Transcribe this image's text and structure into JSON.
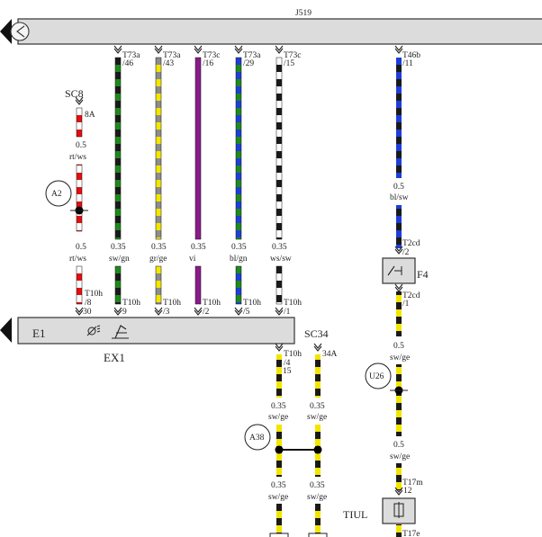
{
  "modules": {
    "j519": {
      "title": "J519"
    },
    "e1": {
      "title": "E1"
    },
    "ex1": {
      "title": "EX1"
    },
    "tiul": {
      "title": "TIUL"
    },
    "f4": {
      "title": "F4"
    }
  },
  "fuses": {
    "sc8": {
      "name": "SC8",
      "rating": "8A"
    },
    "sc34": {
      "name": "SC34",
      "rating": "34A"
    }
  },
  "junctions": {
    "a2": "A2",
    "u26": "U26",
    "a38": "A38"
  },
  "wires": [
    {
      "id": "w1",
      "top_pin": "T73a",
      "top_num": "/46",
      "size": "0.35",
      "color_code": "sw/gn",
      "bottom_pin": "T10h",
      "bottom_num": "9",
      "c1": "#1a1a1a",
      "c2": "#1e8a1e"
    },
    {
      "id": "w2",
      "top_pin": "T73a",
      "top_num": "/43",
      "size": "0.35",
      "color_code": "gr/ge",
      "bottom_pin": "T10h",
      "bottom_num": "/3",
      "c1": "#8c8c8c",
      "c2": "#f2e600"
    },
    {
      "id": "w3",
      "top_pin": "T73c",
      "top_num": "/16",
      "size": "0.35",
      "color_code": "vi",
      "bottom_pin": "T10h",
      "bottom_num": "/2",
      "c1": "#8b1a8b",
      "c2": "#8b1a8b"
    },
    {
      "id": "w4",
      "top_pin": "T73a",
      "top_num": "/29",
      "size": "0.35",
      "color_code": "bl/gn",
      "bottom_pin": "T10h",
      "bottom_num": "/5",
      "c1": "#1e3ed8",
      "c2": "#1e8a1e"
    },
    {
      "id": "w5",
      "top_pin": "T73c",
      "top_num": "/15",
      "size": "0.35",
      "color_code": "ws/sw",
      "bottom_pin": "T10h",
      "bottom_num": "/1",
      "c1": "#ffffff",
      "c2": "#1a1a1a"
    }
  ],
  "sc8_wire": {
    "size_a": "0.5",
    "code_a": "rt/ws",
    "size_b": "0.5",
    "code_b": "rt/ws",
    "bottom_pin": "T10h",
    "bottom_num": "/8",
    "bottom_num2": "30",
    "c1": "#e01010",
    "c2": "#ffffff"
  },
  "right_wire": {
    "top_pin": "T46b",
    "top_num": "/11",
    "size": "0.5",
    "code": "bl/sw",
    "t2cd_a_pin": "T2cd",
    "t2cd_a_num": "/2",
    "t2cd_b_pin": "T2cd",
    "t2cd_b_num": "/1",
    "size2": "0.5",
    "code2": "sw/ge",
    "size3": "0.5",
    "code3": "sw/ge",
    "t17m_pin": "T17m",
    "t17m_num": "12",
    "t17e_pin": "T17e",
    "c_bl": "#1e3ed8",
    "c_sw": "#1a1a1a",
    "c_ge": "#f2e600"
  },
  "e1_out": {
    "pin": "T10h",
    "num1": "/4",
    "num2": "15",
    "size_a": "0.35",
    "code_a": "sw/ge",
    "size_b": "0.35",
    "code_b": "sw/ge",
    "size_c": "0.35",
    "code_c": "sw/ge",
    "size_d": "0.35",
    "code_d": "sw/ge"
  }
}
